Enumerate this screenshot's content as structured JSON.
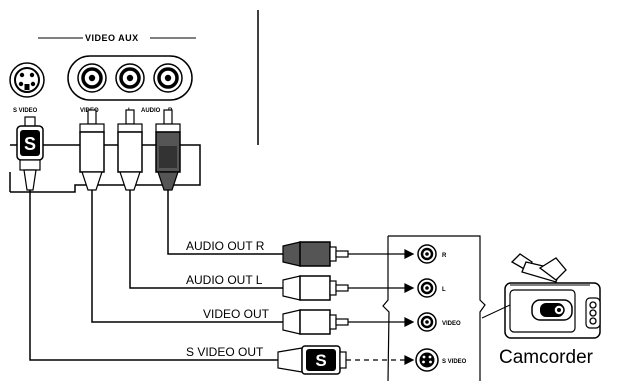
{
  "tv_panel": {
    "header": "VIDEO AUX",
    "jack_labels": {
      "s_video": "S VIDEO",
      "video": "VIDEO",
      "left": "L",
      "audio": "AUDIO",
      "right": "R"
    },
    "s_plug_letter": "S"
  },
  "cables": {
    "audio_out_r": "AUDIO OUT R",
    "audio_out_l": "AUDIO OUT L",
    "video_out": "VIDEO OUT",
    "s_video_out": "S VIDEO OUT",
    "s_plug_letter": "S"
  },
  "camcorder": {
    "name": "Camcorder",
    "jack_labels": {
      "r": "R",
      "l": "L",
      "video": "VIDEO",
      "s_video": "S VIDEO"
    }
  }
}
